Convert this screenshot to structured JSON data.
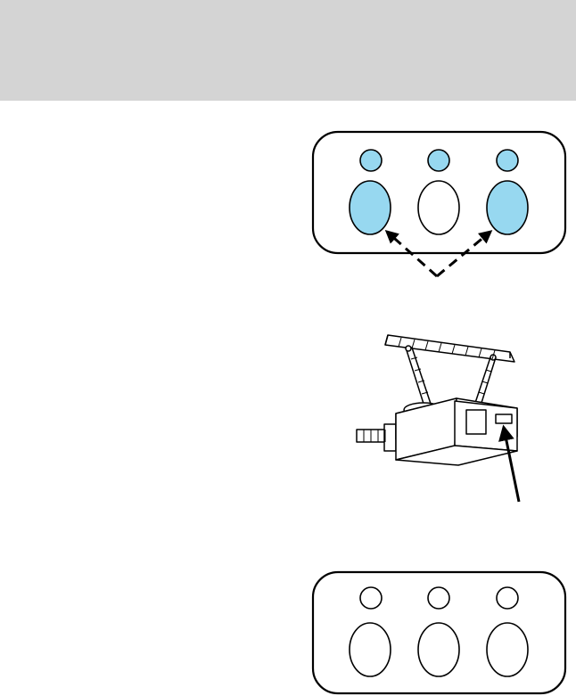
{
  "colors": {
    "header_band": "#d4d4d4",
    "highlight_fill": "#97d8f0",
    "outline": "#000000",
    "background": "#ffffff"
  },
  "top_panel": {
    "indicator_lights": [
      {
        "id": "light-1",
        "lit": true
      },
      {
        "id": "light-2",
        "lit": true
      },
      {
        "id": "light-3",
        "lit": true
      }
    ],
    "buttons": [
      {
        "id": "button-1",
        "highlighted": true
      },
      {
        "id": "button-2",
        "highlighted": false
      },
      {
        "id": "button-3",
        "highlighted": true
      }
    ],
    "pointer_style": "dashed-arrows",
    "pointer_targets": [
      "button-1",
      "button-3"
    ]
  },
  "garage_opener": {
    "icon": "garage-door-opener-icon",
    "pointer_target": "learn-button"
  },
  "bottom_panel": {
    "indicator_lights": [
      {
        "id": "light-1",
        "lit": false
      },
      {
        "id": "light-2",
        "lit": false
      },
      {
        "id": "light-3",
        "lit": false
      }
    ],
    "buttons": [
      {
        "id": "button-1",
        "highlighted": false
      },
      {
        "id": "button-2",
        "highlighted": false
      },
      {
        "id": "button-3",
        "highlighted": false
      }
    ]
  }
}
